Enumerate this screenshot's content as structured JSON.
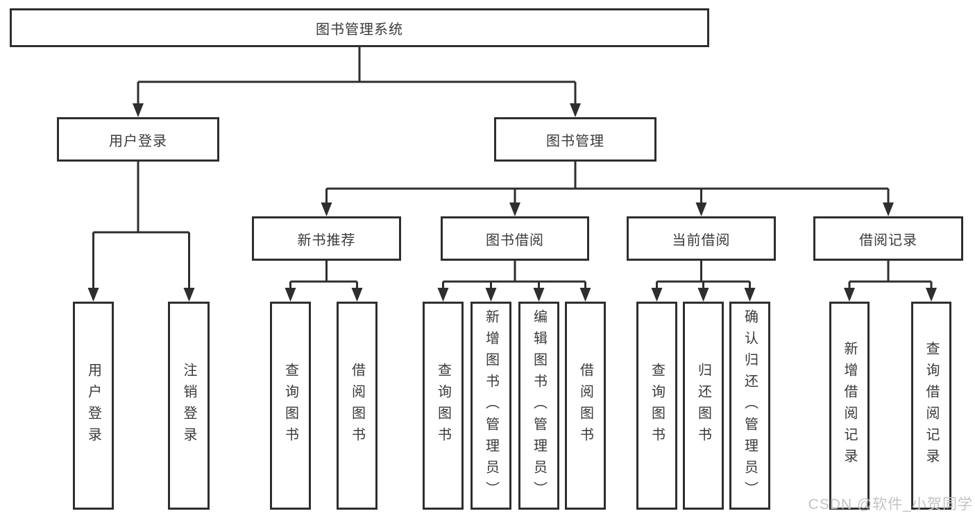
{
  "diagram": {
    "title": "图书管理系统",
    "nodes": {
      "root": {
        "label": "图书管理系统"
      },
      "level2": [
        {
          "label": "用户登录"
        },
        {
          "label": "图书管理"
        }
      ],
      "level3": [
        {
          "label": "新书推荐"
        },
        {
          "label": "图书借阅"
        },
        {
          "label": "当前借阅"
        },
        {
          "label": "借阅记录"
        }
      ],
      "leaves": [
        {
          "label": "用户登录"
        },
        {
          "label": "注销登录"
        },
        {
          "label": "查询图书"
        },
        {
          "label": "借阅图书"
        },
        {
          "label": "查询图书"
        },
        {
          "label": "新增图书（管理员）"
        },
        {
          "label": "编辑图书（管理员）"
        },
        {
          "label": "借阅图书"
        },
        {
          "label": "查询图书"
        },
        {
          "label": "归还图书"
        },
        {
          "label": "确认归还（管理员）"
        },
        {
          "label": "新增借阅记录"
        },
        {
          "label": "查询借阅记录"
        }
      ]
    },
    "edges": [
      {
        "from": "图书管理系统",
        "to": [
          "用户登录",
          "图书管理"
        ]
      },
      {
        "from": "用户登录",
        "to": [
          "用户登录",
          "注销登录"
        ]
      },
      {
        "from": "图书管理",
        "to": [
          "新书推荐",
          "图书借阅",
          "当前借阅",
          "借阅记录"
        ]
      },
      {
        "from": "新书推荐",
        "to": [
          "查询图书",
          "借阅图书"
        ]
      },
      {
        "from": "图书借阅",
        "to": [
          "查询图书",
          "新增图书（管理员）",
          "编辑图书（管理员）",
          "借阅图书"
        ]
      },
      {
        "from": "当前借阅",
        "to": [
          "查询图书",
          "归还图书",
          "确认归还（管理员）"
        ]
      },
      {
        "from": "借阅记录",
        "to": [
          "新增借阅记录",
          "查询借阅记录"
        ]
      }
    ],
    "colors": {
      "line": "#2e2e2e",
      "text": "#3a3a3a",
      "background": "#ffffff",
      "watermark": "#c3c3c3"
    },
    "watermark": {
      "text": "CSDN @软件_小贺同学"
    }
  }
}
